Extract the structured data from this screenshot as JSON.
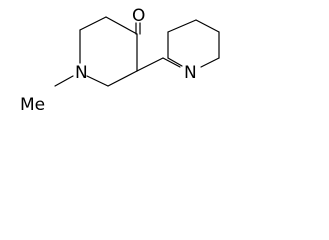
{
  "molecule": {
    "atoms": {
      "oxygen": "O",
      "ring_nitrogen": "N",
      "methyl_group": "Me",
      "piperidine_nitrogen": "N"
    }
  }
}
